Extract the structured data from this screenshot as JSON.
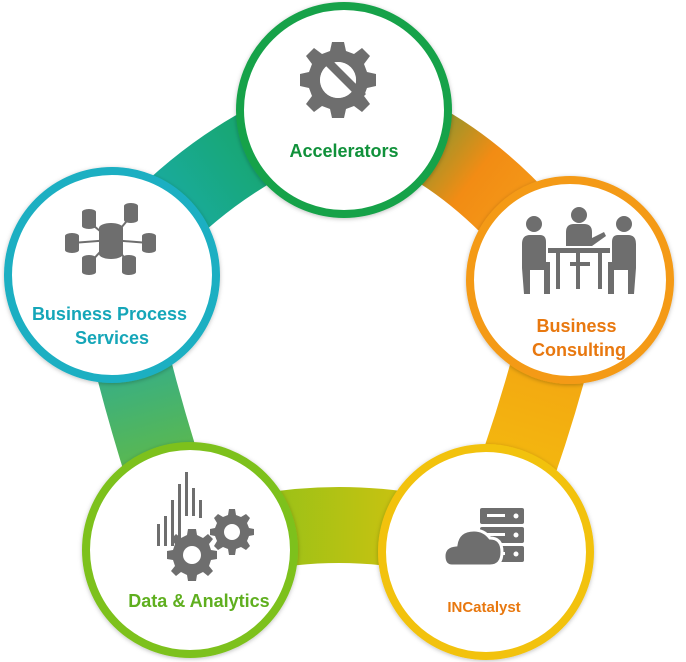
{
  "diagram": {
    "nodes": [
      {
        "id": "accelerators",
        "lines": [
          "Accelerators"
        ],
        "color": "#10913A",
        "ring": "#17A24A",
        "icon": "gear-wrench-icon"
      },
      {
        "id": "business-consulting",
        "lines": [
          "Business",
          "Consulting"
        ],
        "color": "#E8780F",
        "ring": "#F49A14",
        "icon": "meeting-icon"
      },
      {
        "id": "incatalyst",
        "lines": [
          "INCatalyst"
        ],
        "color": "#E8780F",
        "ring": "#F2C20A",
        "icon": "cloud-server-icon"
      },
      {
        "id": "data-analytics",
        "lines": [
          "Data & Analytics"
        ],
        "color": "#5FAF1F",
        "ring": "#7DC11C",
        "icon": "analytics-gears-icon"
      },
      {
        "id": "business-process-services",
        "lines": [
          "Business Process",
          "Services"
        ],
        "color": "#15A6B8",
        "ring": "#1AAFC2",
        "icon": "database-network-icon"
      }
    ],
    "icon_color": "#6E6E6E"
  }
}
